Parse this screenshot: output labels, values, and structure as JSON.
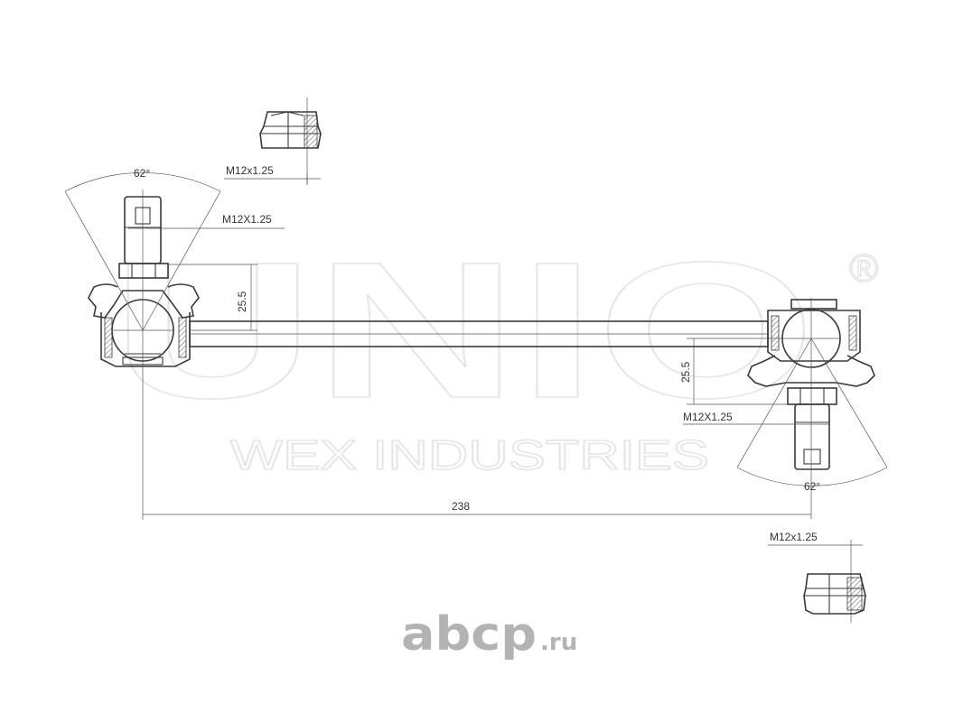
{
  "watermark": {
    "brand": "UNIO",
    "registered": "®",
    "subtitle": "WEX INDUSTRIES"
  },
  "dimensions": {
    "nut_thread_top": "M12x1.25",
    "stud_thread_left": "M12X1.25",
    "angle_left": "62°",
    "height_left": "25.5",
    "height_right": "25.5",
    "stud_thread_right": "M12X1.25",
    "angle_right": "62°",
    "length": "238",
    "nut_thread_bottom": "M12x1.25"
  },
  "logo": {
    "main": "abcp",
    "suffix": ".ru"
  },
  "colors": {
    "line": "#3a3a3a",
    "watermark": "#e6e6e6",
    "logo": "#b3b3b3"
  }
}
